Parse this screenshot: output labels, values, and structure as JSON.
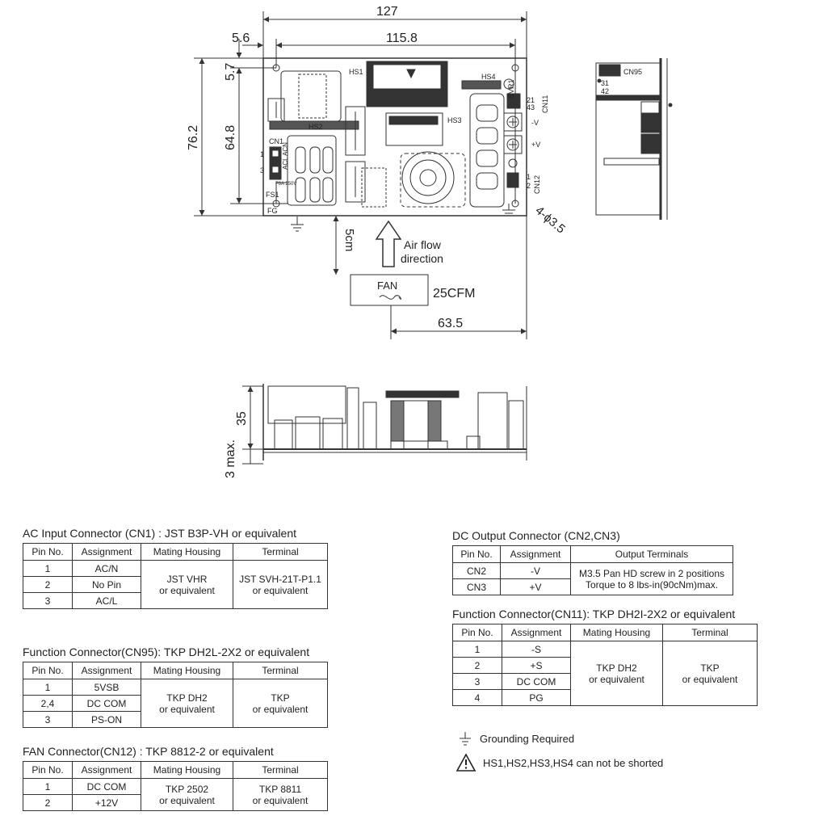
{
  "drawing": {
    "dims": {
      "overall_width": "127",
      "inner_width": "115.8",
      "left_offset": "5.6",
      "top_offset": "5.7",
      "overall_height": "76.2",
      "inner_height": "64.8",
      "fan_distance": "5cm",
      "fan_offset": "63.5",
      "mount_hole": "4-ϕ3.5",
      "side_height": "35",
      "side_max": "3 max."
    },
    "labels": {
      "hs1": "HS1",
      "hs2": "HS2",
      "hs3": "HS3",
      "hs4": "HS4",
      "cn1": "CN1",
      "cn11": "CN11",
      "cn12": "CN12",
      "cn95": "CN95",
      "svr1": "SVR1",
      "fs1": "FS1",
      "fg": "FG",
      "minus_v": "-V",
      "plus_v": "+V",
      "cn1_pin1": "1",
      "cn1_pin3": "3",
      "cn11_pins_a": "21",
      "cn11_pins_b": "43",
      "cn12_pin1": "1",
      "cn12_pin2": "2",
      "cn95_pins_a": "31",
      "cn95_pins_b": "42",
      "acl_acn": "ACL ACN",
      "fuse_rating": "F6A 250V",
      "airflow_line1": "Air flow",
      "airflow_line2": "direction",
      "fan": "FAN",
      "fan_cfm": "25CFM"
    }
  },
  "tables": {
    "cn1": {
      "title": "AC Input Connector (CN1) : JST B3P-VH or equivalent",
      "headers": [
        "Pin No.",
        "Assignment",
        "Mating Housing",
        "Terminal"
      ],
      "rows": [
        [
          "1",
          "AC/N"
        ],
        [
          "2",
          "No Pin"
        ],
        [
          "3",
          "AC/L"
        ]
      ],
      "housing": [
        "JST VHR",
        "or equivalent"
      ],
      "terminal": [
        "JST SVH-21T-P1.1",
        "or equivalent"
      ]
    },
    "cn95": {
      "title": "Function Connector(CN95): TKP DH2L-2X2 or equivalent",
      "headers": [
        "Pin No.",
        "Assignment",
        "Mating Housing",
        "Terminal"
      ],
      "rows": [
        [
          "1",
          "5VSB"
        ],
        [
          "2,4",
          "DC COM"
        ],
        [
          "3",
          "PS-ON"
        ]
      ],
      "housing": [
        "TKP DH2",
        "or equivalent"
      ],
      "terminal": [
        "TKP",
        "or equivalent"
      ]
    },
    "cn12": {
      "title": "FAN Connector(CN12) : TKP 8812-2 or equivalent",
      "headers": [
        "Pin No.",
        "Assignment",
        "Mating Housing",
        "Terminal"
      ],
      "rows": [
        [
          "1",
          "DC COM"
        ],
        [
          "2",
          "+12V"
        ]
      ],
      "housing": [
        "TKP 2502",
        "or equivalent"
      ],
      "terminal": [
        "TKP 8811",
        "or equivalent"
      ]
    },
    "dc_output": {
      "title": "DC Output Connector (CN2,CN3)",
      "headers": [
        "Pin No.",
        "Assignment",
        "Output Terminals"
      ],
      "rows": [
        [
          "CN2",
          "-V"
        ],
        [
          "CN3",
          "+V"
        ]
      ],
      "terminals": [
        "M3.5 Pan HD screw in 2 positions",
        "Torque to 8 lbs-in(90cNm)max."
      ]
    },
    "cn11": {
      "title": "Function Connector(CN11): TKP DH2I-2X2 or equivalent",
      "headers": [
        "Pin No.",
        "Assignment",
        "Mating Housing",
        "Terminal"
      ],
      "rows": [
        [
          "1",
          "-S"
        ],
        [
          "2",
          "+S"
        ],
        [
          "3",
          "DC COM"
        ],
        [
          "4",
          "PG"
        ]
      ],
      "housing": [
        "TKP DH2",
        "or equivalent"
      ],
      "terminal": [
        "TKP",
        "or equivalent"
      ]
    }
  },
  "notes": {
    "grounding": "Grounding Required",
    "warning": "HS1,HS2,HS3,HS4 can not be shorted"
  }
}
